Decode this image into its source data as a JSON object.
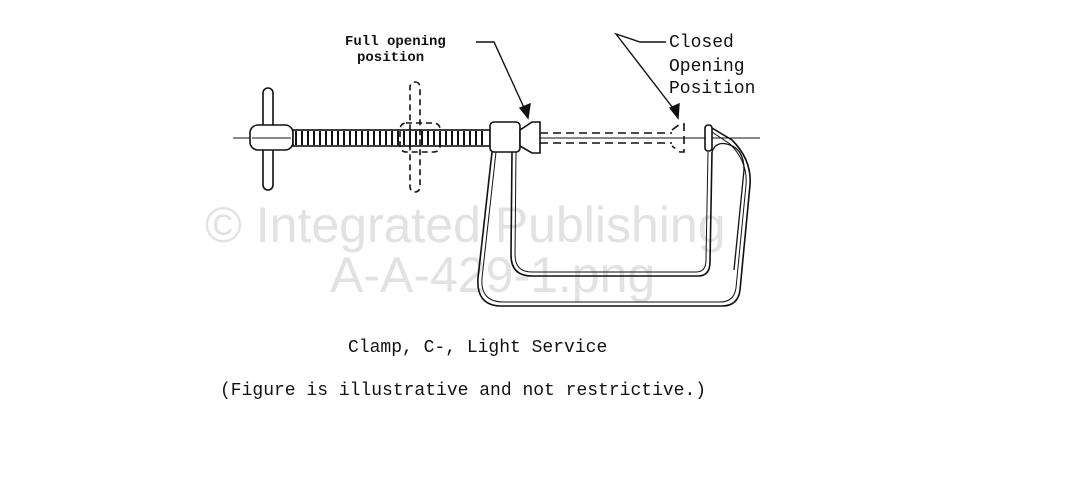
{
  "labels": {
    "full_opening_line1": "Full opening",
    "full_opening_line2": "position",
    "closed_line1": "Closed",
    "closed_line2": "Opening",
    "closed_line3": "Position"
  },
  "caption": "Clamp, C-, Light Service",
  "note": "(Figure is illustrative and not restrictive.)",
  "watermark": {
    "line1": "© Integrated Publishing",
    "line2": "A-A-429-1.png"
  }
}
